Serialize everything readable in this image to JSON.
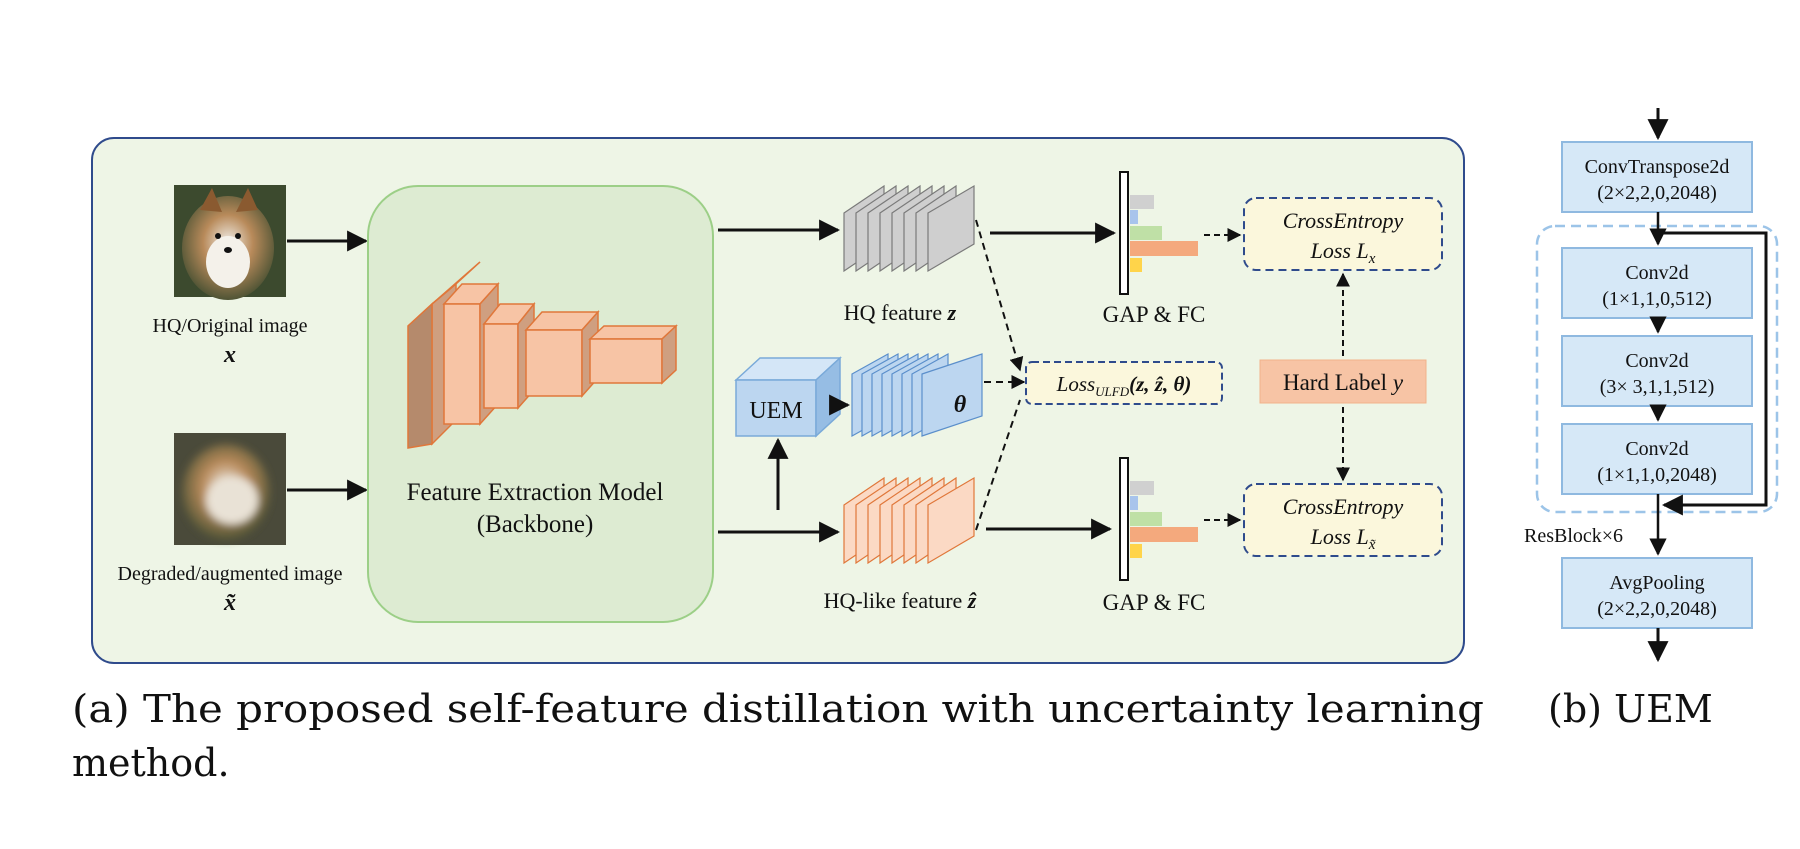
{
  "panel_a": {
    "hq_image_label": "HQ/Original image",
    "hq_image_symbol": "x",
    "degraded_image_label": "Degraded/augmented image",
    "degraded_image_symbol": "x̃",
    "backbone_title": "Feature Extraction Model",
    "backbone_subtitle": "(Backbone)",
    "uem_label": "UEM",
    "theta_symbol": "θ",
    "hq_feature_label": "HQ feature ",
    "hq_feature_symbol": "z",
    "hq_like_feature_label": "HQ-like feature ",
    "hq_like_feature_symbol": "ẑ",
    "gap_fc_top": "GAP & FC",
    "gap_fc_bottom": "GAP & FC",
    "ulfd_loss_prefix": "Loss",
    "ulfd_loss_subscript": "ULFD",
    "ulfd_loss_args": "(z, ẑ, θ)",
    "ce_top_line1": "CrossEntropy",
    "ce_top_line2_prefix": "Loss L",
    "ce_top_sub": "x",
    "ce_bottom_line1": "CrossEntropy",
    "ce_bottom_line2_prefix": "Loss L",
    "ce_bottom_sub": "x̃",
    "hard_label_text": "Hard Label ",
    "hard_label_symbol": "y"
  },
  "panel_b": {
    "blocks": [
      {
        "name": "ConvTranspose2d",
        "params": "(2×2,2,0,2048)"
      },
      {
        "name": "Conv2d",
        "params": "(1×1,1,0,512)"
      },
      {
        "name": "Conv2d",
        "params": "(3× 3,1,1,512)"
      },
      {
        "name": "Conv2d",
        "params": "(1×1,1,0,2048)"
      },
      {
        "name": "AvgPooling",
        "params": "(2×2,2,0,2048)"
      }
    ],
    "resblock_label": "ResBlock×6"
  },
  "captions": {
    "a_line1": "(a) The proposed self-feature distillation with uncertainty learning",
    "a_line2": "method.",
    "b": "(b) UEM"
  },
  "colors": {
    "panel_a_bg": "#eef5e6",
    "panel_a_border": "#2f4b8c",
    "backbone_fill": "#ddebd2",
    "backbone_border": "#9ccf87",
    "feature_orange": "#f7c4a5",
    "feature_orange_edge": "#e0773a",
    "feature_gray": "#cfcfcf",
    "feature_blue": "#bcd6f0",
    "loss_box_fill": "#fbf7dc",
    "loss_box_border": "#2f4b8c",
    "hard_label_fill": "#f7c4a5",
    "uem_block_fill": "#d6e8f7",
    "uem_block_border": "#8fb9e0"
  }
}
